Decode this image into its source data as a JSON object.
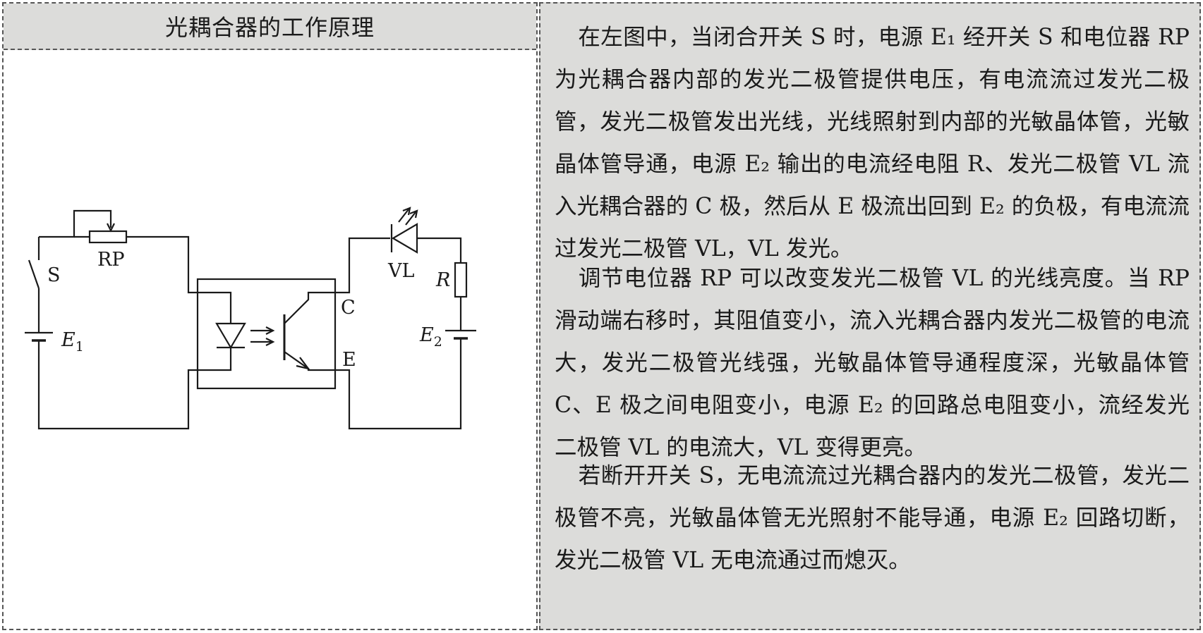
{
  "left": {
    "title": "光耦合器的工作原理",
    "labels": {
      "S": "S",
      "RP": "RP",
      "E1_main": "E",
      "E1_sub": "1",
      "C": "C",
      "E": "E",
      "VL": "VL",
      "R": "R",
      "E2_main": "E",
      "E2_sub": "2"
    }
  },
  "right": {
    "p1": "在左图中，当闭合开关 S 时，电源 E₁ 经开关 S 和电位器 RP 为光耦合器内部的发光二极管提供电压，有电流流过发光二极管，发光二极管发出光线，光线照射到内部的光敏晶体管，光敏晶体管导通，电源 E₂ 输出的电流经电阻 R、发光二极管 VL 流入光耦合器的 C 极，然后从 E 极流出回到 E₂ 的负极，有电流流过发光二极管 VL，VL 发光。",
    "p2": "调节电位器 RP 可以改变发光二极管 VL 的光线亮度。当 RP 滑动端右移时，其阻值变小，流入光耦合器内发光二极管的电流大，发光二极管光线强，光敏晶体管导通程度深，光敏晶体管 C、E 极之间电阻变小，电源 E₂ 的回路总电阻变小，流经发光二极管 VL 的电流大，VL 变得更亮。",
    "p3": "若断开开关 S，无电流流过光耦合器内的发光二极管，发光二极管不亮，光敏晶体管无光照射不能导通，电源 E₂ 回路切断，发光二极管 VL 无电流通过而熄灭。"
  }
}
